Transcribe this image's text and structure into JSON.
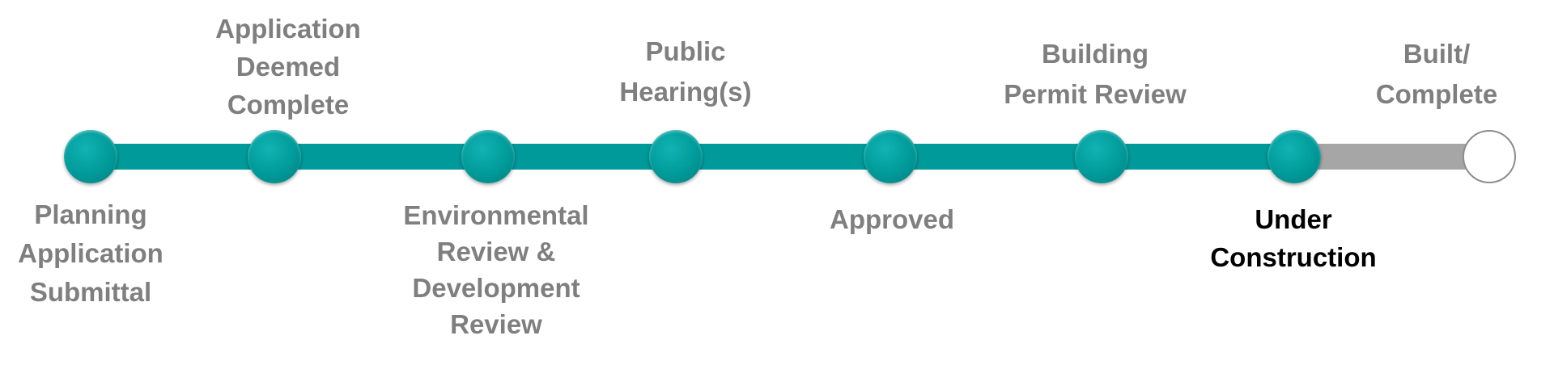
{
  "colors": {
    "completed": "#009a9a",
    "pending": "#a6a6a6",
    "label_default": "#7f7f7f",
    "label_current": "#000000"
  },
  "stages": [
    {
      "lines": [
        "Planning",
        "Application",
        "Submittal"
      ],
      "status": "completed"
    },
    {
      "lines": [
        "Application",
        "Deemed",
        "Complete"
      ],
      "status": "completed"
    },
    {
      "lines": [
        "Environmental",
        "Review &",
        "Development",
        "Review"
      ],
      "status": "completed"
    },
    {
      "lines": [
        "Public",
        "Hearing(s)"
      ],
      "status": "completed"
    },
    {
      "lines": [
        "Approved"
      ],
      "status": "completed"
    },
    {
      "lines": [
        "Building",
        "Permit Review"
      ],
      "status": "completed"
    },
    {
      "lines": [
        "Under",
        "Construction"
      ],
      "status": "current"
    },
    {
      "lines": [
        "Built/",
        "Complete"
      ],
      "status": "pending"
    }
  ]
}
